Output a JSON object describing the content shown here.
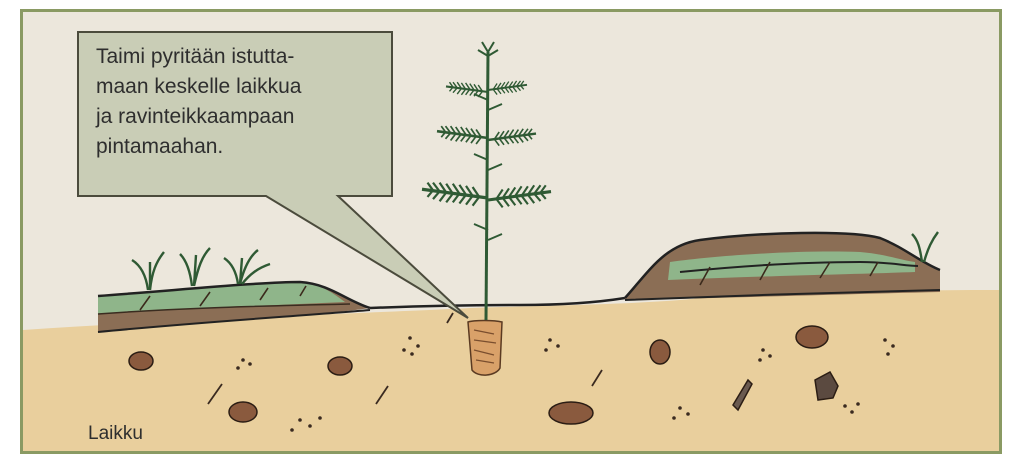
{
  "callout": {
    "lines": [
      "Taimi pyritään istutta-",
      "maan keskelle laikkua",
      "ja ravinteikkaampaan",
      "pintamaahan."
    ]
  },
  "caption": "Laikku",
  "colors": {
    "frame_border": "#8a9a63",
    "background": "#ece7dc",
    "callout_fill": "#c9cdb6",
    "mineral_soil": "#e9cf9d",
    "humus": "#8b6e55",
    "moss": "#8fb58a",
    "seedling": "#2f5a34",
    "root_ball": "#d9a169"
  },
  "icons": [
    "spruce-seedling-icon",
    "grass-tuft-icon",
    "stone-icon"
  ]
}
